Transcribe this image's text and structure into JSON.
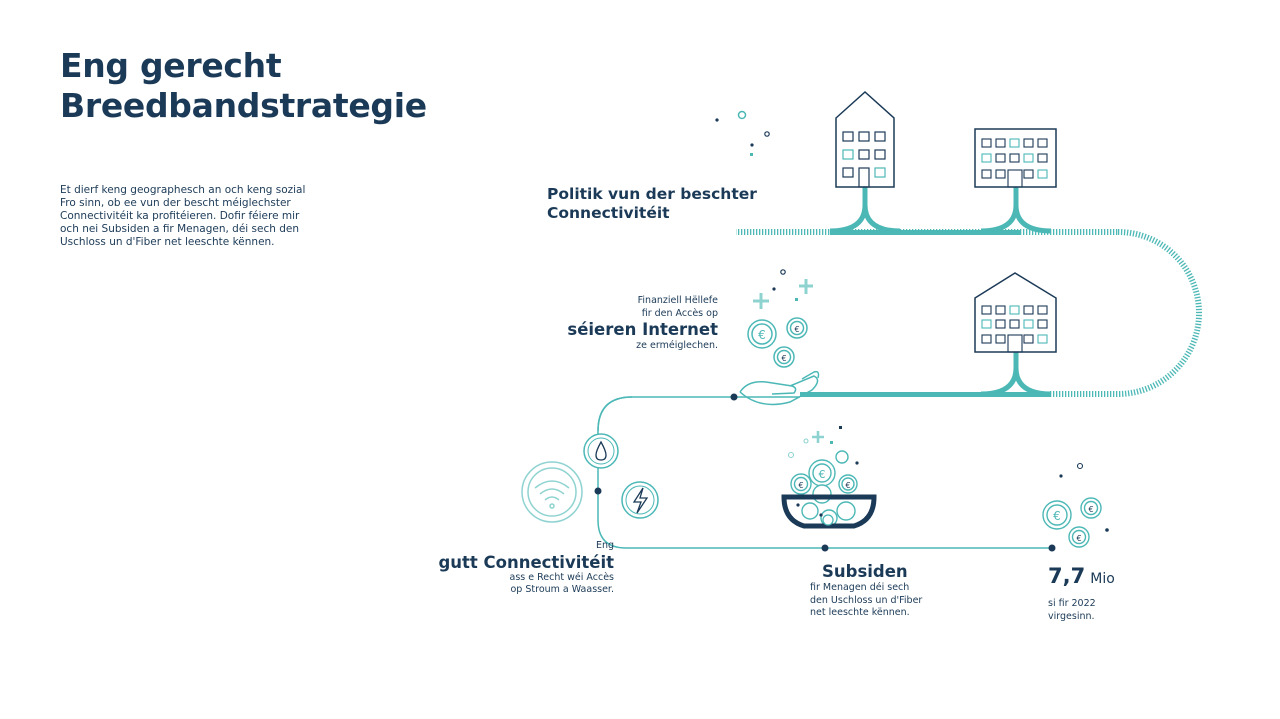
{
  "title": {
    "line1": "Eng gerecht",
    "line2": "Breedbandstrategie"
  },
  "intro": "Et dierf keng geographesch an och keng sozial Fro sinn, ob ee vun der bescht méiglechster Connectivitéit ka profitéieren. Dofir féiere mir och nei Subsiden a fir Menagen, déi sech den Uschloss un d'Fiber net leeschte kënnen.",
  "politik": {
    "line1": "Politik vun der beschter",
    "line2": "Connectivitéit"
  },
  "help": {
    "line1": "Finanziell Hëllefe",
    "line2": "fir den Accès op",
    "strong": "séieren Internet",
    "line3": "ze erméiglechen."
  },
  "conn": {
    "pre": "Eng",
    "strong": "gutt Connectivitéit",
    "line1": "ass e Recht wéi Accès",
    "line2": "op Stroum a Waasser."
  },
  "subsiden": {
    "title": "Subsiden",
    "line1": "fir Menagen déi sech",
    "line2": "den Uschloss un d'Fiber",
    "line3": "net leeschte kënnen."
  },
  "budget": {
    "value": "7,7",
    "unit": "Mio",
    "line1": "si fir 2022",
    "line2": "virgesinn."
  },
  "icons": {
    "euro": "€",
    "house": "house-icon",
    "building": "apartment-building-icon",
    "wifi": "wifi-icon",
    "water": "water-drop-icon",
    "power": "lightning-icon",
    "bowl": "bowl-icon",
    "hand": "open-hand-icon"
  },
  "colors": {
    "navy": "#1b3a57",
    "teal": "#4cb8b6",
    "lightTeal": "#8fd3d1"
  }
}
